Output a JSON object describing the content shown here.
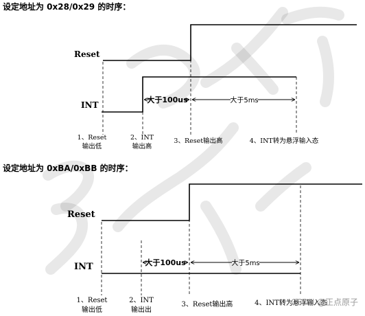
{
  "diagram1": {
    "title": "设定地址为 0x28/0x29 的时序：",
    "reset_label": "Reset",
    "int_label": "INT",
    "pulse_label": "大于100us",
    "wait_label": "大于5ms",
    "steps": [
      {
        "line1": "1、Reset",
        "line2": "输出低"
      },
      {
        "line1": "2、INT",
        "line2": "输出高"
      },
      {
        "line1": "3、Reset输出高",
        "line2": ""
      },
      {
        "line1": "4、INT转为悬浮输入态",
        "line2": ""
      }
    ]
  },
  "diagram2": {
    "title": "设定地址为 0xBA/0xBB 的时序：",
    "reset_label": "Reset",
    "int_label": "INT",
    "pulse_label": "大于100us",
    "wait_label": "大于5ms",
    "steps": [
      {
        "line1": "1、Reset",
        "line2": "输出低"
      },
      {
        "line1": "2、INT",
        "line2": "输出出"
      },
      {
        "line1": "3、Reset输出高",
        "line2": ""
      },
      {
        "line1": "4、INT转为悬浮输入态",
        "line2": ""
      }
    ]
  },
  "watermark": {
    "csdn": "CSDN @正点原子"
  }
}
